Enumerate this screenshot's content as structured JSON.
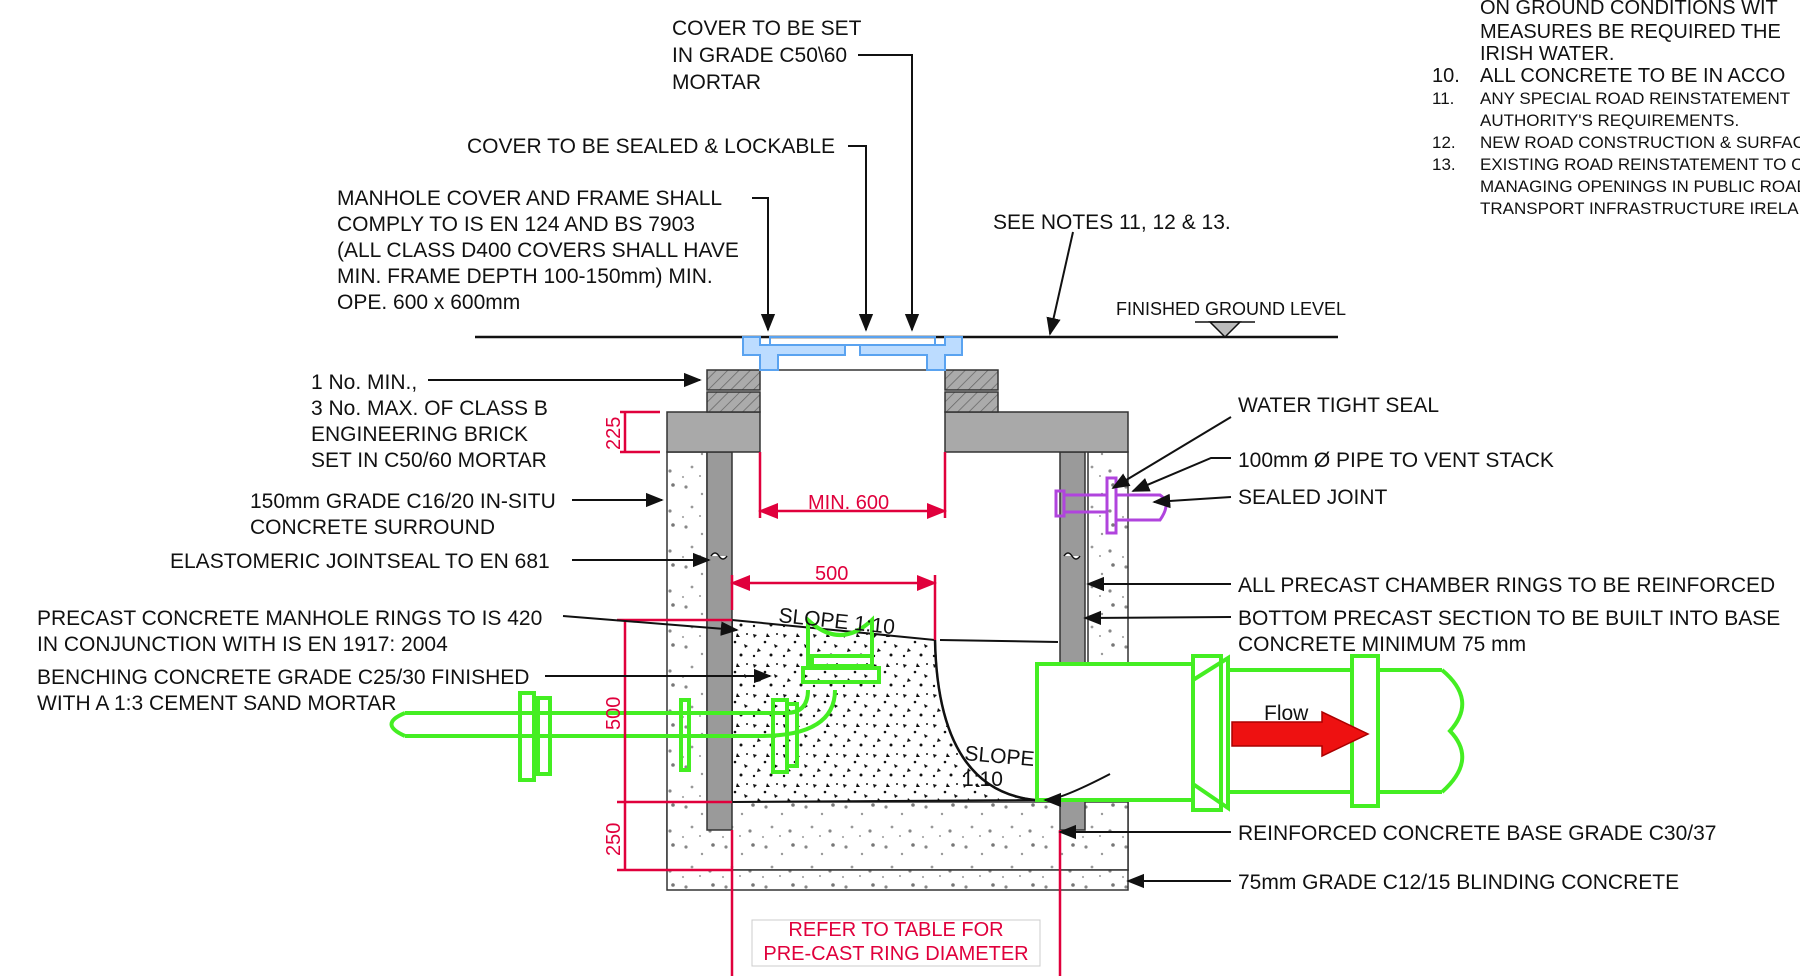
{
  "notes": [
    {
      "num": "",
      "lines": [
        "ON GROUND CONDITIONS WIT",
        "MEASURES BE REQUIRED THE",
        "IRISH WATER."
      ]
    },
    {
      "num": "10.",
      "lines": [
        "ALL CONCRETE TO BE IN ACCO"
      ]
    },
    {
      "num": "11.",
      "lines": [
        "ANY SPECIAL ROAD REINSTATEMENT",
        "AUTHORITY'S REQUIREMENTS."
      ]
    },
    {
      "num": "12.",
      "lines": [
        "NEW ROAD CONSTRUCTION & SURFAC"
      ]
    },
    {
      "num": "13.",
      "lines": [
        "EXISTING ROAD REINSTATEMENT TO C",
        "MANAGING OPENINGS IN PUBLIC ROAD",
        "TRANSPORT INFRASTRUCTURE IRELA"
      ]
    }
  ],
  "labels": {
    "cover_mortar": [
      "COVER TO BE SET",
      "IN GRADE C50\\60",
      "MORTAR"
    ],
    "cover_sealed": "COVER TO BE SEALED & LOCKABLE",
    "manhole_cover": [
      "MANHOLE COVER AND FRAME SHALL",
      "COMPLY TO IS EN 124 AND BS 7903",
      "(ALL CLASS D400 COVERS SHALL HAVE",
      "MIN. FRAME DEPTH 100-150mm) MIN.",
      "OPE. 600 x 600mm"
    ],
    "see_notes": "SEE NOTES 11, 12 & 13.",
    "finished_ground": "FINISHED GROUND LEVEL",
    "brick": [
      "1 No. MIN.,",
      "3 No. MAX. OF CLASS B",
      "ENGINEERING BRICK",
      "SET IN C50/60 MORTAR"
    ],
    "surround": [
      "150mm GRADE C16/20 IN-SITU",
      "CONCRETE SURROUND"
    ],
    "jointseal": "ELASTOMERIC JOINTSEAL TO EN 681",
    "rings": [
      "PRECAST CONCRETE MANHOLE RINGS TO IS 420",
      "IN CONJUNCTION WITH IS EN 1917: 2004"
    ],
    "benching": [
      "BENCHING CONCRETE GRADE C25/30 FINISHED",
      "WITH A 1:3 CEMENT SAND MORTAR"
    ],
    "water_tight": "WATER TIGHT SEAL",
    "vent_pipe": "100mm Ø PIPE TO VENT STACK",
    "sealed_joint": "SEALED JOINT",
    "reinforced_rings": "ALL PRECAST CHAMBER RINGS TO BE REINFORCED",
    "bottom_section": [
      "BOTTOM PRECAST SECTION TO BE BUILT INTO BASE",
      "CONCRETE MINIMUM 75 mm"
    ],
    "base": "REINFORCED CONCRETE BASE GRADE C30/37",
    "blinding": "75mm GRADE C12/15 BLINDING CONCRETE",
    "slope1": "SLOPE 1:10",
    "slope2": [
      "SLOPE",
      "1:10"
    ],
    "flow": "Flow",
    "refer_table": [
      "REFER TO TABLE FOR",
      "PRE-CAST RING DIAMETER"
    ]
  },
  "dimensions": {
    "d225": "225",
    "min600": "MIN. 600",
    "d500_top": "500",
    "d500_side": "500",
    "d250": "250"
  },
  "colors": {
    "dimension": "#e0003c",
    "pipe": "#44ee22",
    "cover": "#8ec3ff",
    "vent": "#b044dd",
    "flow_arrow": "#ee1111"
  }
}
